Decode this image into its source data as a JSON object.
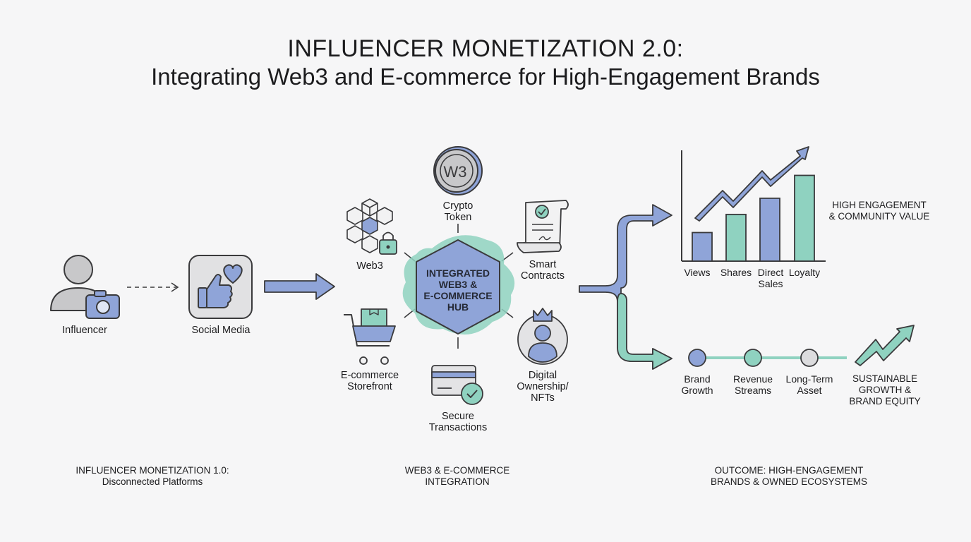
{
  "title": {
    "line1": "INFLUENCER MONETIZATION 2.0:",
    "line2": "Integrating Web3 and E-commerce for High-Engagement Brands"
  },
  "colors": {
    "blue": "#8fa4d8",
    "teal": "#8fd2c0",
    "stroke": "#3a3a3c",
    "grey": "#c8c8ca",
    "background": "#f6f6f7"
  },
  "left_section": {
    "influencer_label": "Influencer",
    "social_label": "Social Media",
    "caption": "INFLUENCER MONETIZATION 1.0:\nDisconnected Platforms",
    "icons": [
      "person-icon",
      "camera-icon",
      "thumbs-up-icon",
      "heart-icon"
    ]
  },
  "hub": {
    "label": "INTEGRATED\nWEB3 &\nE-COMMERCE\nHUB",
    "caption": "WEB3 & E-COMMERCE\nINTEGRATION",
    "nodes": [
      {
        "label": "Crypto\nToken",
        "icon": "coin-icon",
        "coin_text": "W3"
      },
      {
        "label": "Smart\nContracts",
        "icon": "contract-icon"
      },
      {
        "label": "Web3",
        "icon": "blockchain-icon"
      },
      {
        "label": "E-commerce\nStorefront",
        "icon": "cart-icon"
      },
      {
        "label": "Secure\nTransactions",
        "icon": "card-icon"
      },
      {
        "label": "Digital\nOwnership/\nNFTs",
        "icon": "crown-avatar-icon"
      }
    ]
  },
  "outcome": {
    "chart_title": "HIGH ENGAGEMENT\n& COMMUNITY VALUE",
    "bar_labels": [
      "Views",
      "Shares",
      "Direct\nSales",
      "Loyalty"
    ],
    "bar_levels": [
      0.3,
      0.49,
      0.66,
      0.9
    ],
    "timeline_labels": [
      "Brand\nGrowth",
      "Revenue\nStreams",
      "Long-Term\nAsset"
    ],
    "timeline_title": "SUSTAINABLE\nGROWTH &\nBRAND EQUITY",
    "caption": "OUTCOME: HIGH-ENGAGEMENT\nBRANDS & OWNED ECOSYSTEMS"
  }
}
